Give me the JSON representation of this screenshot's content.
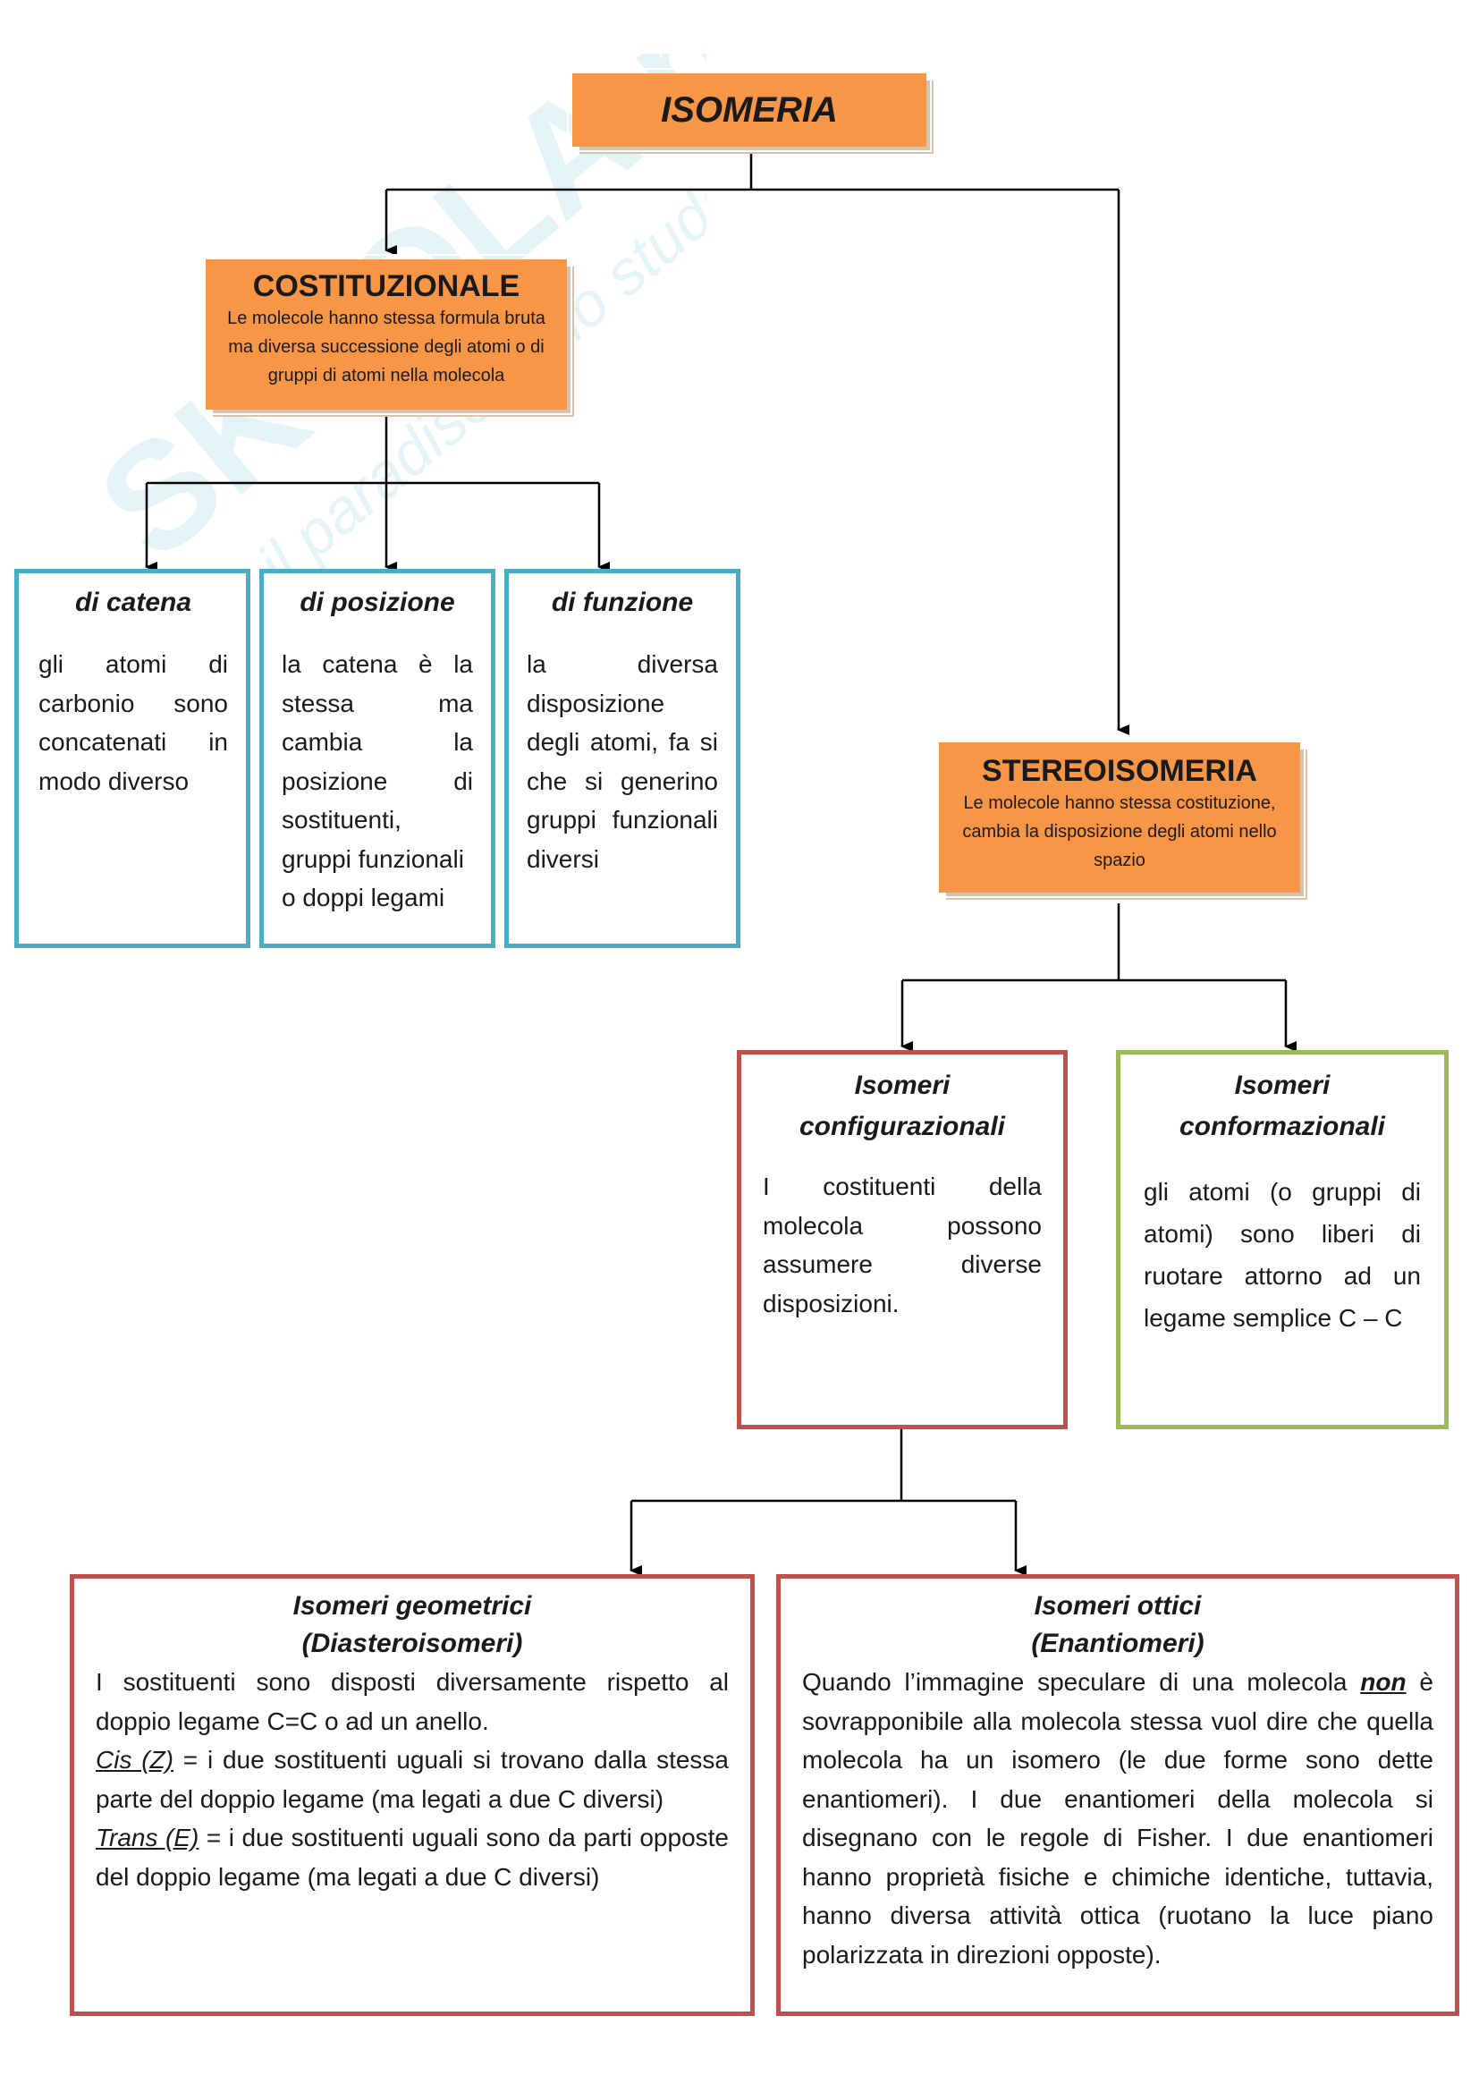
{
  "root": {
    "title": "ISOMERIA"
  },
  "costituzionale": {
    "title": "COSTITUZIONALE",
    "description_lines": [
      "Le molecole hanno stessa formula bruta",
      "ma diversa successione degli atomi o di",
      "gruppi di atomi nella molecola"
    ]
  },
  "stereoisomeria": {
    "title": "STEREOISOMERIA",
    "description_lines": [
      "Le molecole hanno stessa costituzione,",
      "cambia la disposizione degli atomi nello",
      "spazio"
    ]
  },
  "di_catena": {
    "title": "di catena",
    "lines": [
      "gli atomi di",
      "carbonio sono",
      "concatenati in",
      "modo diverso"
    ]
  },
  "di_posizione": {
    "title": "di posizione",
    "lines": [
      "la catena è la",
      "stessa ma",
      "cambia la",
      "posizione di",
      "sostituenti,",
      "gruppi funzionali",
      "o doppi legami"
    ]
  },
  "di_funzione": {
    "title": "di funzione",
    "lines": [
      "la diversa",
      "disposizione",
      "degli atomi, fa si",
      "che si generino",
      "gruppi funzionali",
      "diversi"
    ]
  },
  "configurazionali": {
    "title_lines": [
      "Isomeri",
      "configurazionali"
    ],
    "lines": [
      "I costituenti della",
      "molecola possono",
      "assumere diverse",
      "disposizioni."
    ]
  },
  "conformazionali": {
    "title_lines": [
      "Isomeri",
      "conformazionali"
    ],
    "lines": [
      "gli atomi (o gruppi di",
      "atomi) sono liberi di",
      "ruotare attorno ad un",
      "legame semplice C – C"
    ]
  },
  "geometrici": {
    "title_lines": [
      "Isomeri geometrici",
      "(Diasteroisomeri)"
    ],
    "p1_lines": [
      "I sostituenti sono disposti diversamente rispetto al",
      "doppio legame C=C o ad un anello."
    ],
    "cis_label": "Cis (Z)",
    "cis_text_first": " = i due sostituenti uguali si trovano dalla stessa",
    "cis_text_second": "parte del doppio legame (ma legati a due C diversi)",
    "trans_label": "Trans (E)",
    "trans_text_first": " = i due sostituenti uguali sono da parti opposte",
    "trans_text_second": "del doppio legame (ma legati a due C diversi)"
  },
  "ottici": {
    "title_lines": [
      "Isomeri ottici",
      "(Enantiomeri)"
    ],
    "line1_before": "Quando l’immagine speculare di una molecola ",
    "line1_emph": "non",
    "line1_after": " è",
    "lines": [
      "sovrapponibile alla molecola stessa vuol dire che quella",
      "molecola ha un isomero (le due forme sono dette",
      "enantiomeri). I due enantiomeri della molecola si",
      "disegnano con le  regole di Fisher. I due enantiomeri",
      "hanno proprietà fisiche e chimiche identiche, tuttavia,",
      "hanno diversa attività ottica (ruotano la luce piano",
      "polarizzata in direzioni opposte)."
    ]
  },
  "watermark": {
    "text_1": "SKUOLA.net",
    "text_2": "il paradiso dello studente"
  },
  "colors": {
    "orange": "#f79646",
    "blue": "#4bacc6",
    "red": "#c0504d",
    "green": "#9bbb59"
  }
}
